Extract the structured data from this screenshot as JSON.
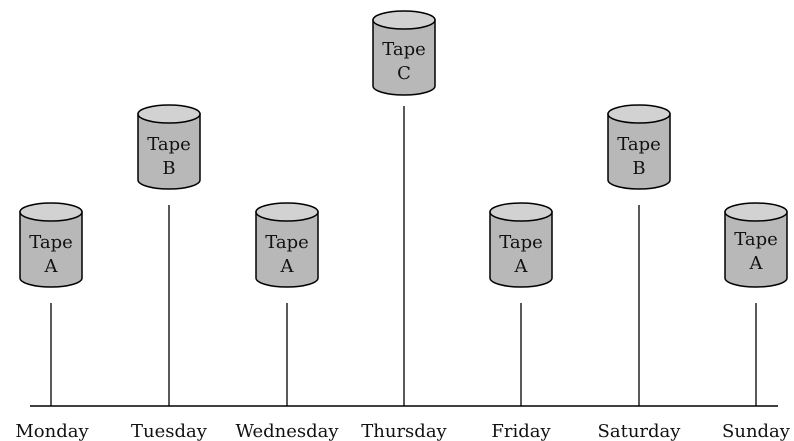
{
  "diagram": {
    "baseline_color": "#000000",
    "tape_fill": "#b8b8b8",
    "tape_top_fill": "#d2d2d2",
    "tape_stroke": "#000000",
    "days": [
      {
        "day": "Monday",
        "tape_word": "Tape",
        "tape_letter": "A"
      },
      {
        "day": "Tuesday",
        "tape_word": "Tape",
        "tape_letter": "B"
      },
      {
        "day": "Wednesday",
        "tape_word": "Tape",
        "tape_letter": "A"
      },
      {
        "day": "Thursday",
        "tape_word": "Tape",
        "tape_letter": "C"
      },
      {
        "day": "Friday",
        "tape_word": "Tape",
        "tape_letter": "A"
      },
      {
        "day": "Saturday",
        "tape_word": "Tape",
        "tape_letter": "B"
      },
      {
        "day": "Sunday",
        "tape_word": "Tape",
        "tape_letter": "A"
      }
    ]
  }
}
